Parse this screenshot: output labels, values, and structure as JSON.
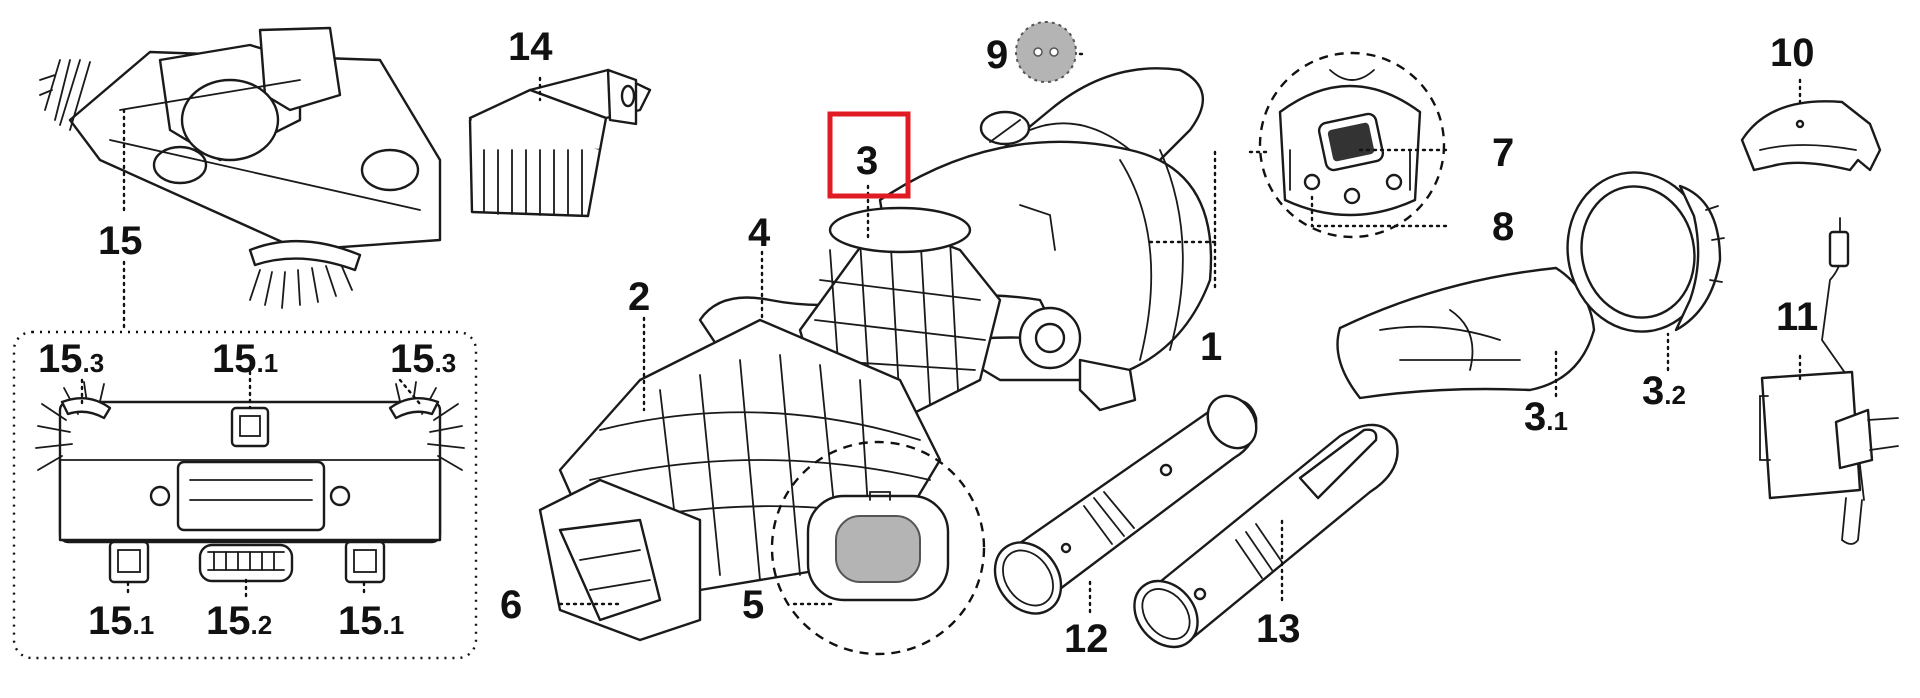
{
  "labels": {
    "l1": "1",
    "l2": "2",
    "l3": "3",
    "l3_1_main": "3",
    "l3_1_sub": ".1",
    "l3_2_main": "3",
    "l3_2_sub": ".2",
    "l4": "4",
    "l5": "5",
    "l6": "6",
    "l7": "7",
    "l8": "8",
    "l9": "9",
    "l10": "10",
    "l11": "11",
    "l12": "12",
    "l13": "13",
    "l14": "14",
    "l15": "15",
    "l15_3a_main": "15",
    "l15_3a_sub": ".3",
    "l15_1a_main": "15",
    "l15_1a_sub": ".1",
    "l15_3b_main": "15",
    "l15_3b_sub": ".3",
    "l15_1b_main": "15",
    "l15_1b_sub": ".1",
    "l15_2_main": "15",
    "l15_2_sub": ".2",
    "l15_1c_main": "15",
    "l15_1c_sub": ".1"
  },
  "colors": {
    "highlight": "#e01b24",
    "line": "#1a1a1a",
    "shaded": "#b4b4b4"
  },
  "highlighted_part": "3"
}
